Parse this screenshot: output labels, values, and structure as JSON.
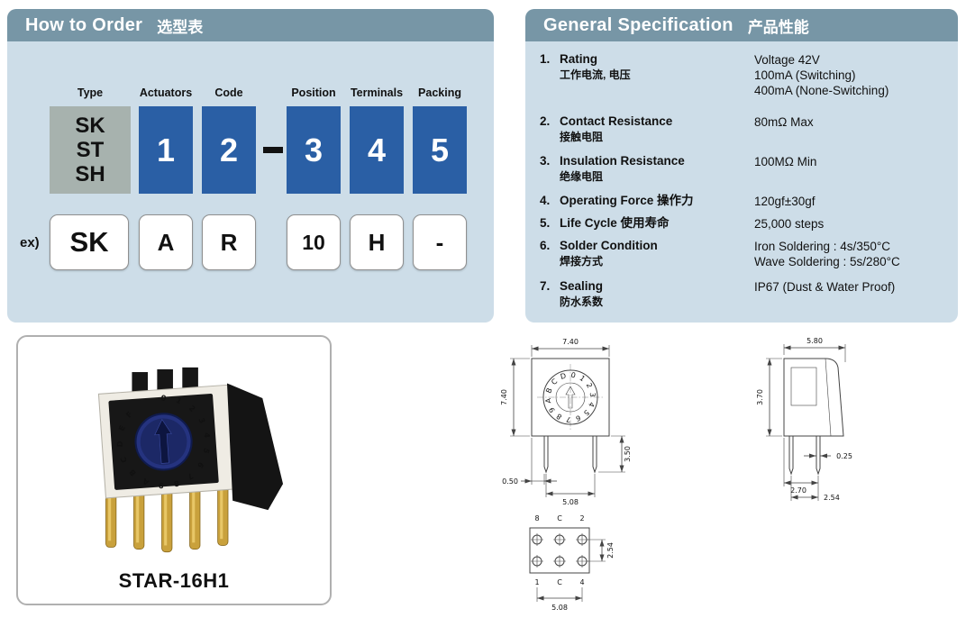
{
  "how_to_order": {
    "title_en": "How to Order",
    "title_zh": "选型表",
    "columns": [
      "Type",
      "Actuators",
      "Code",
      "Position",
      "Terminals",
      "Packing"
    ],
    "type_lines": "SK\nST\nSH",
    "code_boxes": [
      "1",
      "2",
      "3",
      "4",
      "5"
    ],
    "separator_dash": "-",
    "example_label": "ex)",
    "example_boxes": [
      "SK",
      "A",
      "R",
      "10",
      "H",
      "-"
    ]
  },
  "general_spec": {
    "title_en": "General Specification",
    "title_zh": "产品性能",
    "items": [
      {
        "num": "1.",
        "label": "Rating",
        "label_zh": "工作电流, 电压",
        "value": "Voltage 42V\n100mA (Switching)\n400mA (None-Switching)"
      },
      {
        "num": "2.",
        "label": "Contact Resistance",
        "label_zh": "接触电阻",
        "value": "80mΩ Max"
      },
      {
        "num": "3.",
        "label": "Insulation Resistance",
        "label_zh": "绝缘电阻",
        "value": "100MΩ Min"
      },
      {
        "num": "4.",
        "label": "Operating Force 操作力",
        "label_zh": "",
        "value": "120gf±30gf"
      },
      {
        "num": "5.",
        "label": "Life Cycle 使用寿命",
        "label_zh": "",
        "value": "25,000 steps"
      },
      {
        "num": "6.",
        "label": "Solder Condition",
        "label_zh": "焊接方式",
        "value": "Iron Soldering : 4s/350°C\nWave Soldering : 5s/280°C"
      },
      {
        "num": "7.",
        "label": "Sealing",
        "label_zh": "防水系数",
        "value": "IP67 (Dust & Water Proof)"
      }
    ]
  },
  "product": {
    "model": "STAR-16H1",
    "dial_chars": "0123456789ABCDEF"
  },
  "drawings": {
    "top_view": {
      "width": "7.40",
      "height": "7.40",
      "pin_length": "3.50",
      "edge_offset": "0.50",
      "pin_span": "5.08",
      "dial_chars": "0123456789ABCDEF"
    },
    "side_view": {
      "width": "5.80",
      "height": "3.70",
      "lead_offset": "2.70",
      "pin_thickness": "0.25",
      "pin_pitch": "2.54"
    },
    "pin_view": {
      "top_labels": [
        "8",
        "C",
        "2"
      ],
      "bottom_labels": [
        "1",
        "C",
        "4"
      ],
      "row_pitch": "2.54",
      "col_span": "5.08"
    }
  },
  "theme": {
    "header_bg": "#7796a6",
    "panel_bg": "#cddde8",
    "box_blue": "#2a5fa5",
    "box_gray": "#a7b2ae"
  }
}
